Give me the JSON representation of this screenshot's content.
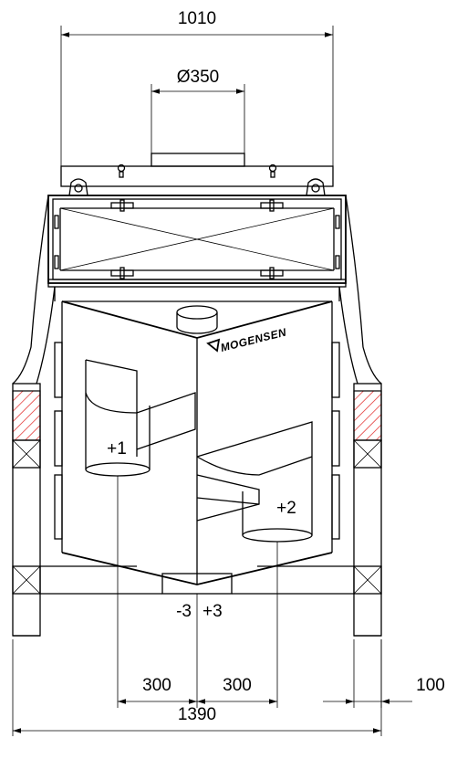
{
  "dimensions": {
    "overall_top_width": "1010",
    "outlet_diameter": "Ø350",
    "left_offset_minus": "-3",
    "right_offset_plus": "+3",
    "left_spacing": "300",
    "right_spacing": "300",
    "side_clearance": "100",
    "overall_width": "1390"
  },
  "outlets": {
    "outlet_1": "+1",
    "outlet_2": "+2"
  },
  "brand": {
    "logo_text": "MOGENSEN"
  },
  "colors": {
    "line": "#000000",
    "hatch": "#e02020",
    "background": "#ffffff"
  }
}
